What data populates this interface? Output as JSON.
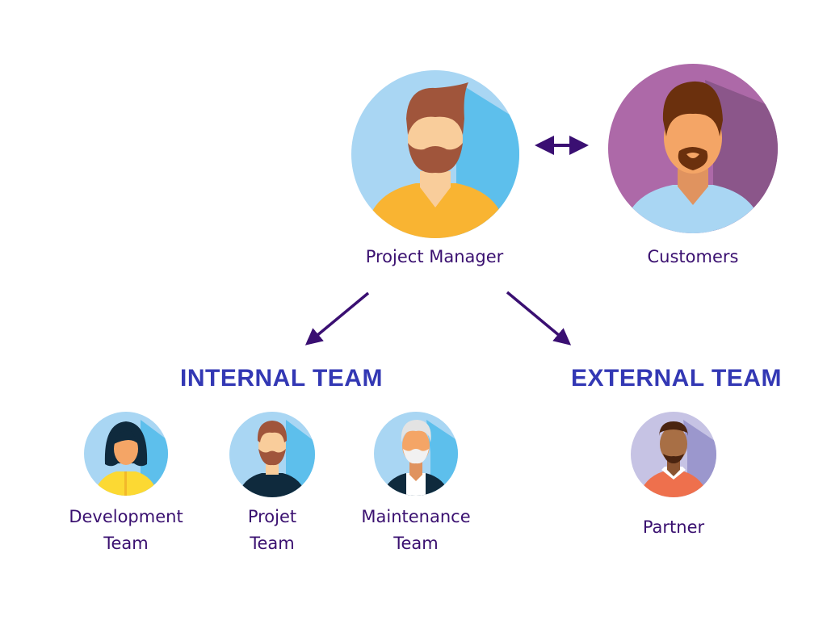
{
  "diagram": {
    "top": {
      "project_manager": {
        "label": "Project Manager",
        "icon": "man-beard-avatar"
      },
      "customers": {
        "label": "Customers",
        "icon": "man-goatee-avatar"
      },
      "relation": "bidirectional-arrow"
    },
    "sections": {
      "internal": {
        "title": "INTERNAL TEAM",
        "members": [
          {
            "line1": "Development",
            "line2": "Team",
            "icon": "woman-avatar"
          },
          {
            "line1": "Projet",
            "line2": "Team",
            "icon": "man-beard-avatar"
          },
          {
            "line1": "Maintenance",
            "line2": "Team",
            "icon": "old-man-avatar"
          }
        ]
      },
      "external": {
        "title": "EXTERNAL TEAM",
        "members": [
          {
            "line1": "Partner",
            "icon": "man-avatar"
          }
        ]
      }
    },
    "colors": {
      "label": "#3a1070",
      "section_title": "#3338b4",
      "arrow": "#3a0f72",
      "light_blue": "#a9d6f3",
      "blue_shadow": "#5dbfec",
      "purple": "#ad69a8",
      "purple_shadow": "#8b568a",
      "lavender": "#c6c3e4",
      "lavender_shadow": "#9b97cd"
    }
  }
}
